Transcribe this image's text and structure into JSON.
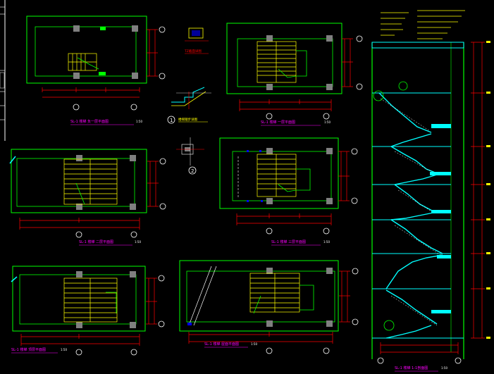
{
  "app": {
    "title": ""
  },
  "colors": {
    "background": "#000000",
    "wall": "#00ff00",
    "stair": "#ffff00",
    "dimension": "#ff0000",
    "column": "#7f7f7f",
    "axis_bubble": "#ffffff",
    "slab": "#00ffff",
    "anchor": "#0000ff",
    "magenta": "#ff00ff"
  },
  "drawing": {
    "plans": [
      {
        "id": "plan1",
        "caption": "SL-1 楼梯 负一层平面图",
        "scale": "1:50"
      },
      {
        "id": "plan2",
        "caption": "SL-1 楼梯 一层平面图",
        "scale": "1:50"
      },
      {
        "id": "plan3",
        "caption": "SL-1 楼梯 二层平面图",
        "scale": "1:50"
      },
      {
        "id": "plan4",
        "caption": "SL-1 楼梯 三层平面图",
        "scale": "1:50"
      },
      {
        "id": "plan5",
        "caption": "SL-1 楼梯 顶层平面图",
        "scale": "1:50"
      },
      {
        "id": "plan6",
        "caption": "SL-1 楼梯 屋面平面图",
        "scale": "1:50"
      }
    ],
    "details": [
      {
        "id": "d0",
        "caption": "TZ截面详图"
      },
      {
        "id": "d1",
        "number": "1",
        "caption": "楼梯踏步详图"
      },
      {
        "id": "d2",
        "number": "2"
      }
    ],
    "section": {
      "caption": "SL-1 楼梯 1-1剖面图",
      "scale": "1:50"
    }
  }
}
